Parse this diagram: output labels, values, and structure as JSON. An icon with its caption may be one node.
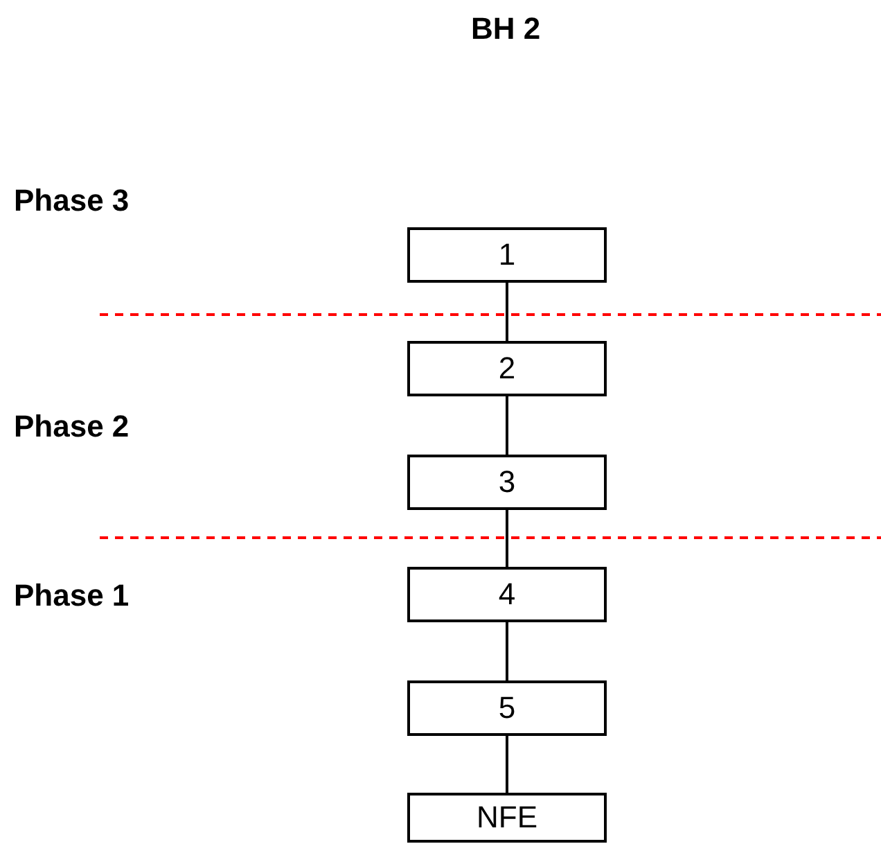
{
  "diagram": {
    "title": "BH 2",
    "nodes": [
      {
        "text": [
          "1"
        ]
      },
      {
        "text": [
          "2"
        ]
      },
      {
        "text": [
          "3"
        ]
      },
      {
        "text": [
          "4"
        ]
      },
      {
        "text": [
          "5"
        ]
      },
      {
        "text": [
          "NFE"
        ]
      }
    ],
    "edges": [
      {
        "from": 0,
        "to": 1,
        "arrow": "none"
      },
      {
        "from": 1,
        "to": 2,
        "arrow": "none"
      },
      {
        "from": 2,
        "to": 3,
        "arrow": "none"
      },
      {
        "from": 3,
        "to": 4,
        "arrow": "none"
      },
      {
        "from": 4,
        "to": 5,
        "arrow": "none"
      }
    ],
    "labels": [
      "Phase 3",
      "Phase 2",
      "Phase 1"
    ]
  }
}
